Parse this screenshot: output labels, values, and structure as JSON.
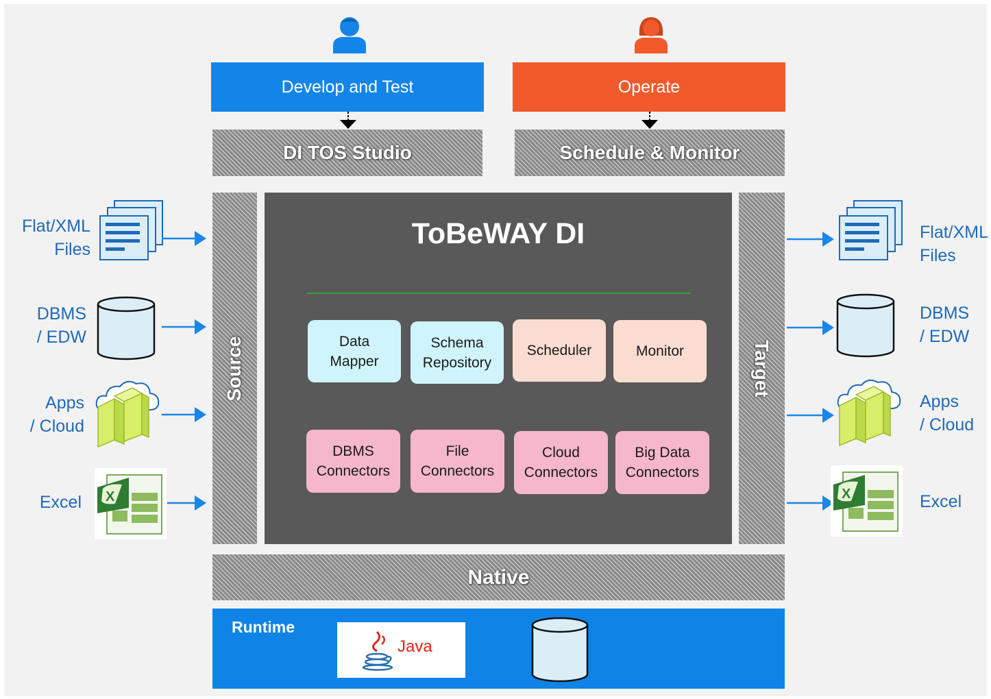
{
  "title": "ToBeWAY DI",
  "roles": {
    "develop": "Develop and Test",
    "operate": "Operate"
  },
  "tools": {
    "studio": "DI TOS Studio",
    "monitor": "Schedule & Monitor"
  },
  "bars": {
    "source": "Source",
    "target": "Target",
    "native": "Native"
  },
  "modules": [
    "Data\nMapper",
    "Schema\nRepository",
    "Scheduler",
    "Monitor",
    "DBMS\nConnectors",
    "File\nConnectors",
    "Cloud\nConnectors",
    "Big Data\nConnectors"
  ],
  "sources": [
    "Flat/XML\nFiles",
    "DBMS\n/ EDW",
    "Apps\n/ Cloud",
    "Excel"
  ],
  "targets": [
    "Flat/XML\nFiles",
    "DBMS\n/ EDW",
    "Apps\n/ Cloud",
    "Excel"
  ],
  "runtime": {
    "title": "Runtime",
    "java_label": "Java"
  },
  "colors": {
    "develop": "#1485e8",
    "operate": "#f15a2b",
    "core": "#595959",
    "runtime": "#0f83e6",
    "arrow": "#1a86e8",
    "label": "#1f6ab8"
  },
  "icons": [
    "developer-person-icon",
    "operator-person-icon",
    "document-stack-icon",
    "database-icon",
    "cloud-server-icon",
    "excel-icon",
    "java-logo-icon"
  ]
}
